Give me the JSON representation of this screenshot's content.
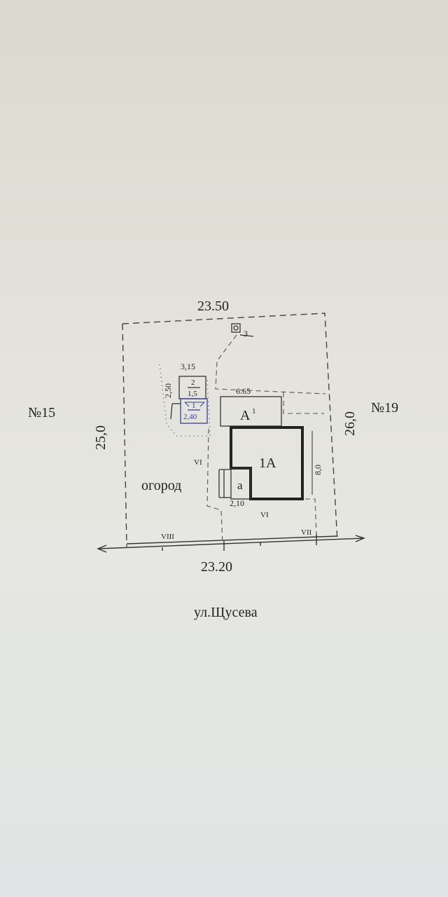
{
  "plot": {
    "dim_top": "23.50",
    "dim_bottom": "23.20",
    "dim_left": "25,0",
    "dim_right": "26,0"
  },
  "neighbors": {
    "left": "№15",
    "right": "№19"
  },
  "street": "ул.Щусева",
  "garden_label": "огород",
  "buildings": {
    "main": {
      "label": "1А",
      "depth": "8,0"
    },
    "annex": {
      "label": "А",
      "label_sup": "1",
      "width": "6.65"
    },
    "porch": {
      "label": "а",
      "width": "2,10"
    },
    "shed": {
      "width": "3,15",
      "height": "2,50",
      "upper_num": "2",
      "upper_den": "1,5",
      "lower_num": "1",
      "lower_den": "2,40"
    },
    "well": {
      "label": "3"
    }
  },
  "fence_types": {
    "vi_left": "VI",
    "vi_bottom": "VI",
    "viii": "VIII",
    "vii": "VII"
  }
}
